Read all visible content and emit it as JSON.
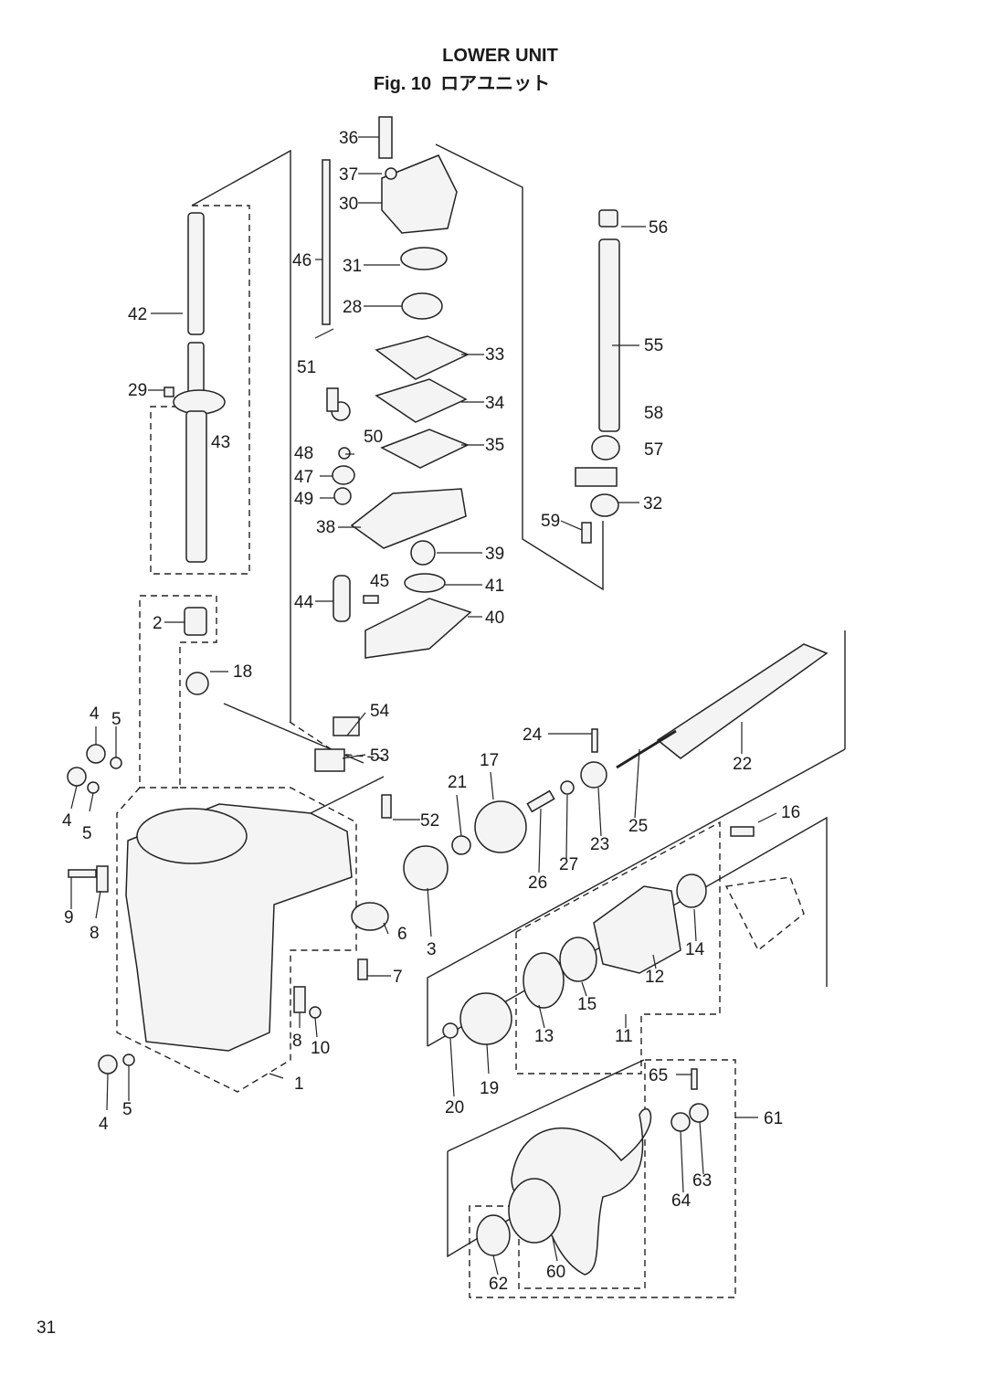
{
  "title": "LOWER UNIT",
  "figure": "Fig. 10",
  "title_jp": "ロアユニット",
  "page_number": "31",
  "callouts": [
    "1",
    "2",
    "3",
    "4",
    "5",
    "6",
    "7",
    "8",
    "9",
    "10",
    "11",
    "12",
    "13",
    "14",
    "15",
    "16",
    "17",
    "18",
    "19",
    "20",
    "21",
    "22",
    "23",
    "24",
    "25",
    "26",
    "27",
    "28",
    "29",
    "30",
    "31",
    "32",
    "33",
    "34",
    "35",
    "36",
    "37",
    "38",
    "39",
    "40",
    "41",
    "42",
    "43",
    "44",
    "45",
    "46",
    "47",
    "48",
    "49",
    "50",
    "51",
    "52",
    "53",
    "54",
    "55",
    "56",
    "57",
    "58",
    "59",
    "60",
    "61",
    "62",
    "63",
    "64",
    "65"
  ]
}
